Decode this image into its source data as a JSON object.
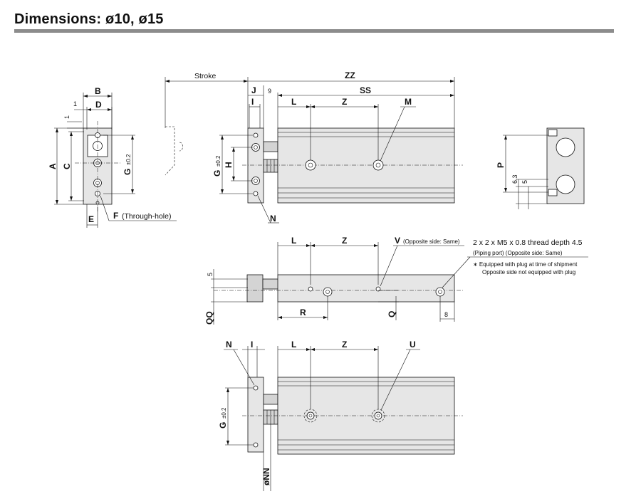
{
  "title": "Dimensions: ø10, ø15",
  "labels": {
    "A": "A",
    "B": "B",
    "C": "C",
    "D": "D",
    "E": "E",
    "F": "F",
    "F_note": "(Through-hole)",
    "G": "G",
    "G_tol": "±0.2",
    "H": "H",
    "I": "I",
    "J": "J",
    "L": "L",
    "M": "M",
    "N": "N",
    "P": "P",
    "Q": "Q",
    "QQ": "QQ",
    "R": "R",
    "SS": "SS",
    "U": "U",
    "V": "V",
    "V_note": "(Opposite side: Same)",
    "Z": "Z",
    "ZZ": "ZZ",
    "NN": "øNN",
    "stroke": "Stroke"
  },
  "numbers": {
    "one": "1",
    "nine": "9",
    "five": "5",
    "eight": "8",
    "six_three": "6.3"
  },
  "notes": {
    "thread": "2 x 2 x M5 x 0.8 thread depth 4.5",
    "piping": "(Piping port) (Opposite side: Same)",
    "plug1": "∗ Equipped with plug at time of shipment",
    "plug2": "Opposite side not equipped with plug"
  },
  "colors": {
    "body_fill": "#e6e6e6",
    "rule": "#8c8c8c",
    "line": "#111111"
  }
}
